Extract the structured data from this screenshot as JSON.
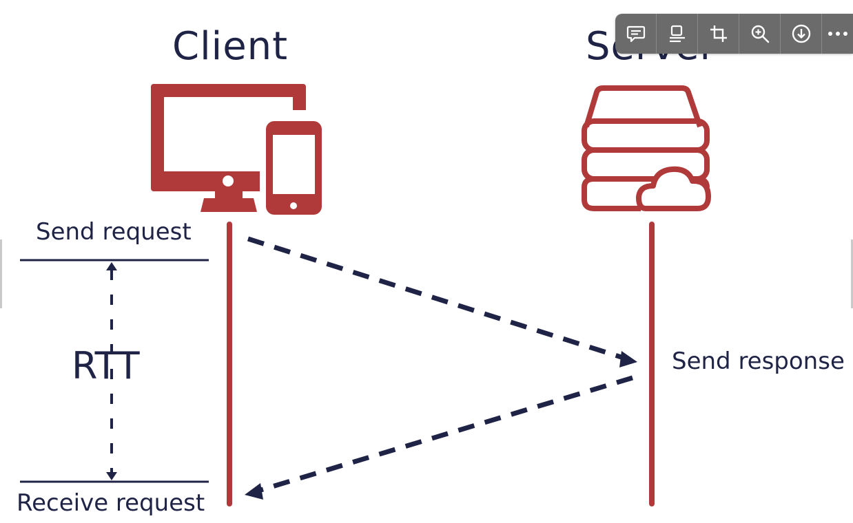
{
  "diagram": {
    "client_title": "Client",
    "server_title": "Server",
    "send_request": "Send request",
    "rtt": "RTT",
    "send_response": "Send response",
    "receive_request": "Receive request"
  },
  "colors": {
    "ink": "#1f2346",
    "brand_red": "#b03a3a",
    "toolbar_bg": "#6b6b6b"
  },
  "toolbar": {
    "buttons": [
      {
        "icon": "comment-icon"
      },
      {
        "icon": "layout-icon"
      },
      {
        "icon": "crop-icon"
      },
      {
        "icon": "zoom-in-icon"
      },
      {
        "icon": "download-icon"
      },
      {
        "icon": "more-icon"
      }
    ]
  }
}
